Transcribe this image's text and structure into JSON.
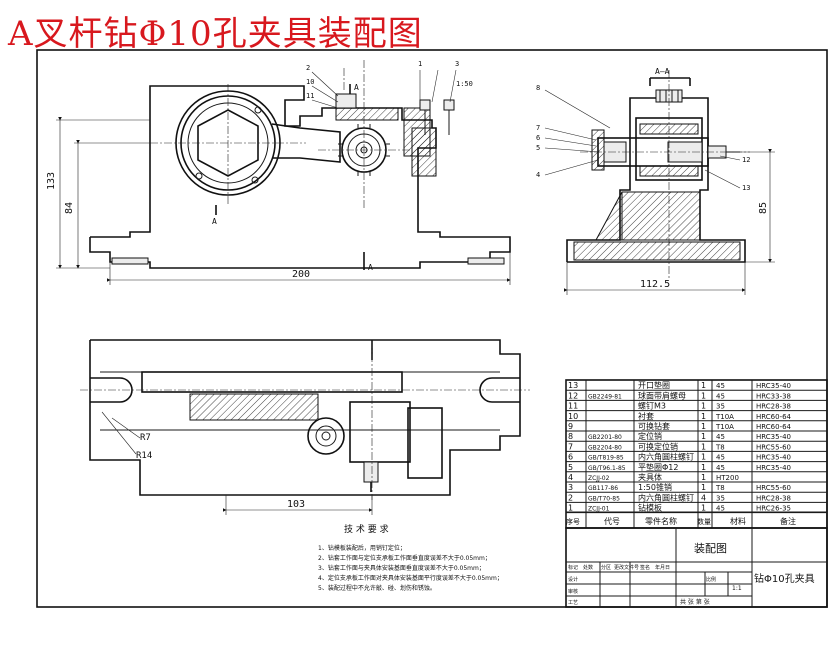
{
  "title": "A叉杆钻Φ10孔夹具装配图",
  "dims": {
    "height_total": "133",
    "height_base": "84",
    "width_front": "200",
    "width_side": "112.5",
    "height_side": "85",
    "width_plan": "103",
    "r_small": "R7",
    "r_large": "R14",
    "scale": "1:50"
  },
  "callouts": [
    "2",
    "10",
    "11",
    "1",
    "3",
    "8",
    "7",
    "6",
    "5",
    "4",
    "13",
    "12"
  ],
  "section_marks": [
    "A",
    "A",
    "A",
    "A—A"
  ],
  "notes_title": "技 术 要 求",
  "notes": [
    "1、钻模板装配后，用销钉定位；",
    "2、钻套工作面与定位支承板工作面垂直度误差不大于0.05mm；",
    "3、钻套工作面与夹具体安装基面垂直度误差不大于0.05mm；",
    "4、定位支承板工作面对夹具体安装基面平行度误差不大于0.05mm；",
    "5、装配过程中不允许敲、碰、划伤和锈蚀。"
  ],
  "bom_rows": [
    [
      "13",
      "",
      "开口垫圈",
      "1",
      "45",
      "HRC35-40"
    ],
    [
      "12",
      "GB2249-81",
      "球面带肩螺母",
      "1",
      "45",
      "HRC33-38"
    ],
    [
      "11",
      "",
      "螺钉M3",
      "1",
      "35",
      "HRC28-38"
    ],
    [
      "10",
      "",
      "衬套",
      "1",
      "T10A",
      "HRC60-64"
    ],
    [
      "9",
      "",
      "可换钻套",
      "1",
      "T10A",
      "HRC60-64"
    ],
    [
      "8",
      "GB2201-80",
      "定位销",
      "1",
      "45",
      "HRC35-40"
    ],
    [
      "7",
      "GB2204-80",
      "可换定位销",
      "1",
      "T8",
      "HRC55-60"
    ],
    [
      "6",
      "GB/T819-85",
      "内六角圆柱螺钉",
      "1",
      "45",
      "HRC35-40"
    ],
    [
      "5",
      "GB/T96.1-85",
      "平垫圈Φ12",
      "1",
      "45",
      "HRC35-40"
    ],
    [
      "4",
      "ZCJJ-02",
      "夹具体",
      "1",
      "HT200",
      ""
    ],
    [
      "3",
      "GB117-86",
      "1:50锥销",
      "1",
      "T8",
      "HRC55-60"
    ],
    [
      "2",
      "GB/T70-85",
      "内六角圆柱螺钉",
      "4",
      "35",
      "HRC28-38"
    ],
    [
      "1",
      "ZCJJ-01",
      "钻模板",
      "1",
      "45",
      "HRC26-35"
    ]
  ],
  "bom_header": [
    "序号",
    "代号",
    "零件名称",
    "数量",
    "材料",
    "备注"
  ],
  "title_block": {
    "drawing_name": "装配图",
    "part_name": "钻Φ10孔夹具",
    "scale_label": "比例",
    "scale": "1:1",
    "sheet_label": "共 张 第 张",
    "row_labels": [
      "标记",
      "处数",
      "分区",
      "更改文件号",
      "签名",
      "年月日"
    ],
    "role_labels": [
      "设计",
      "审核",
      "工艺"
    ]
  }
}
